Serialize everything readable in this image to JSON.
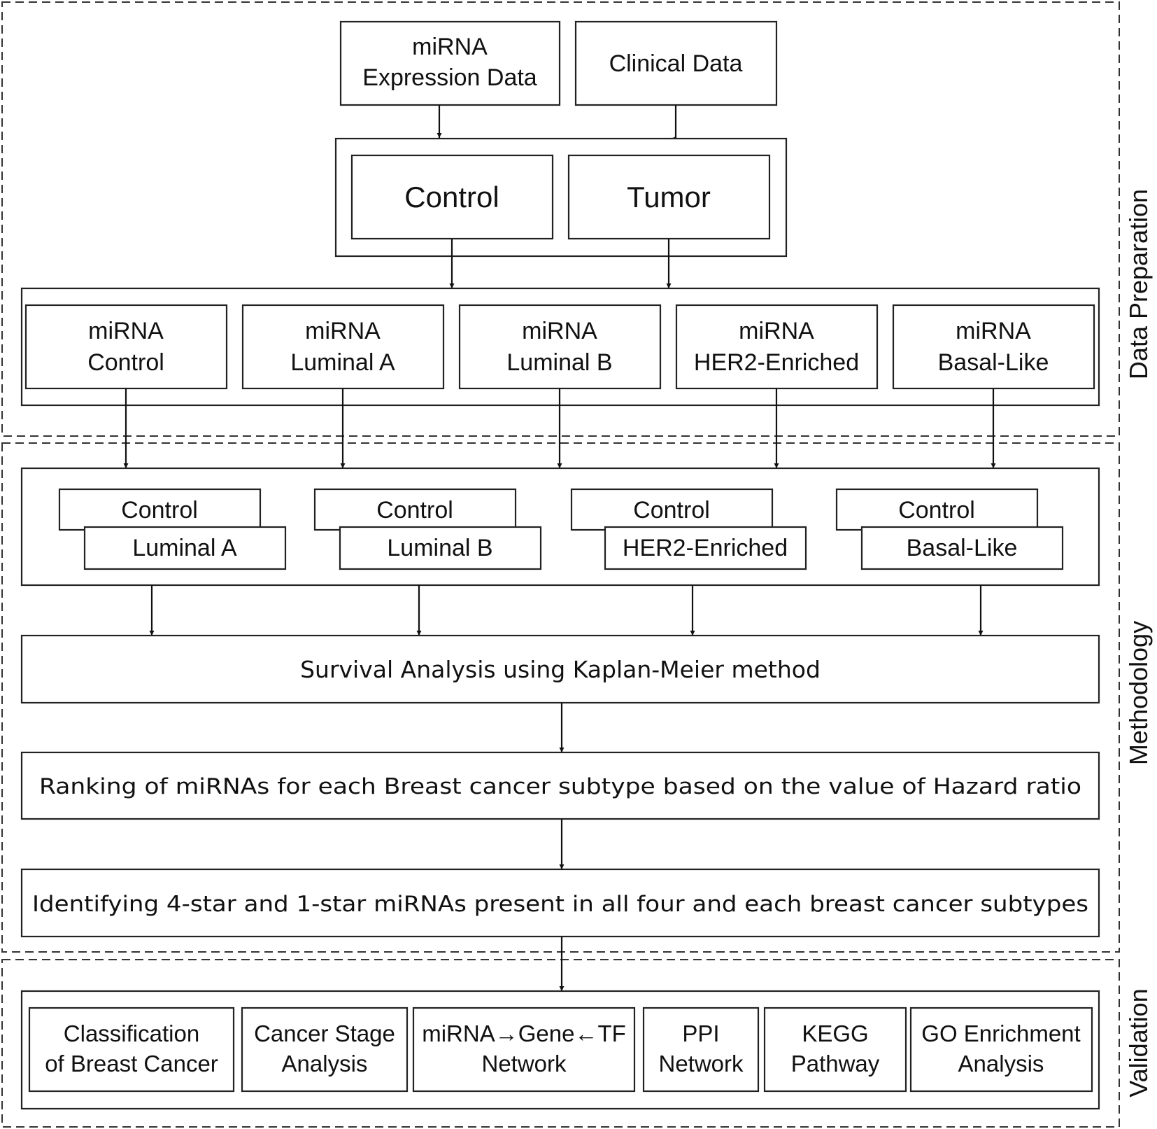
{
  "sections": {
    "data_preparation": "Data Preparation",
    "methodology": "Methodology",
    "validation": "Validation"
  },
  "inputs": {
    "mirna_expression": [
      "miRNA",
      "Expression Data"
    ],
    "clinical_data": "Clinical Data"
  },
  "split": {
    "control": "Control",
    "tumor": "Tumor"
  },
  "groups": [
    [
      "miRNA",
      "Control"
    ],
    [
      "miRNA",
      "Luminal A"
    ],
    [
      "miRNA",
      "Luminal B"
    ],
    [
      "miRNA",
      "HER2-Enriched"
    ],
    [
      "miRNA",
      "Basal-Like"
    ]
  ],
  "comparisons": [
    {
      "back": "Control",
      "front": "Luminal A"
    },
    {
      "back": "Control",
      "front": "Luminal B"
    },
    {
      "back": "Control",
      "front": "HER2-Enriched"
    },
    {
      "back": "Control",
      "front": "Basal-Like"
    }
  ],
  "steps": {
    "survival": "Survival Analysis using Kaplan-Meier method",
    "ranking": "Ranking of miRNAs for each Breast cancer subtype based on the value of Hazard ratio",
    "identifying": "Identifying 4-star and 1-star miRNAs present in all four and each breast cancer subtypes"
  },
  "validation_items": [
    [
      "Classification",
      "of Breast Cancer"
    ],
    [
      "Cancer Stage",
      "Analysis"
    ],
    [
      "miRNA→Gene←TF",
      "Network"
    ],
    [
      "PPI",
      "Network"
    ],
    [
      "KEGG",
      "Pathway"
    ],
    [
      "GO Enrichment",
      "Analysis"
    ]
  ]
}
